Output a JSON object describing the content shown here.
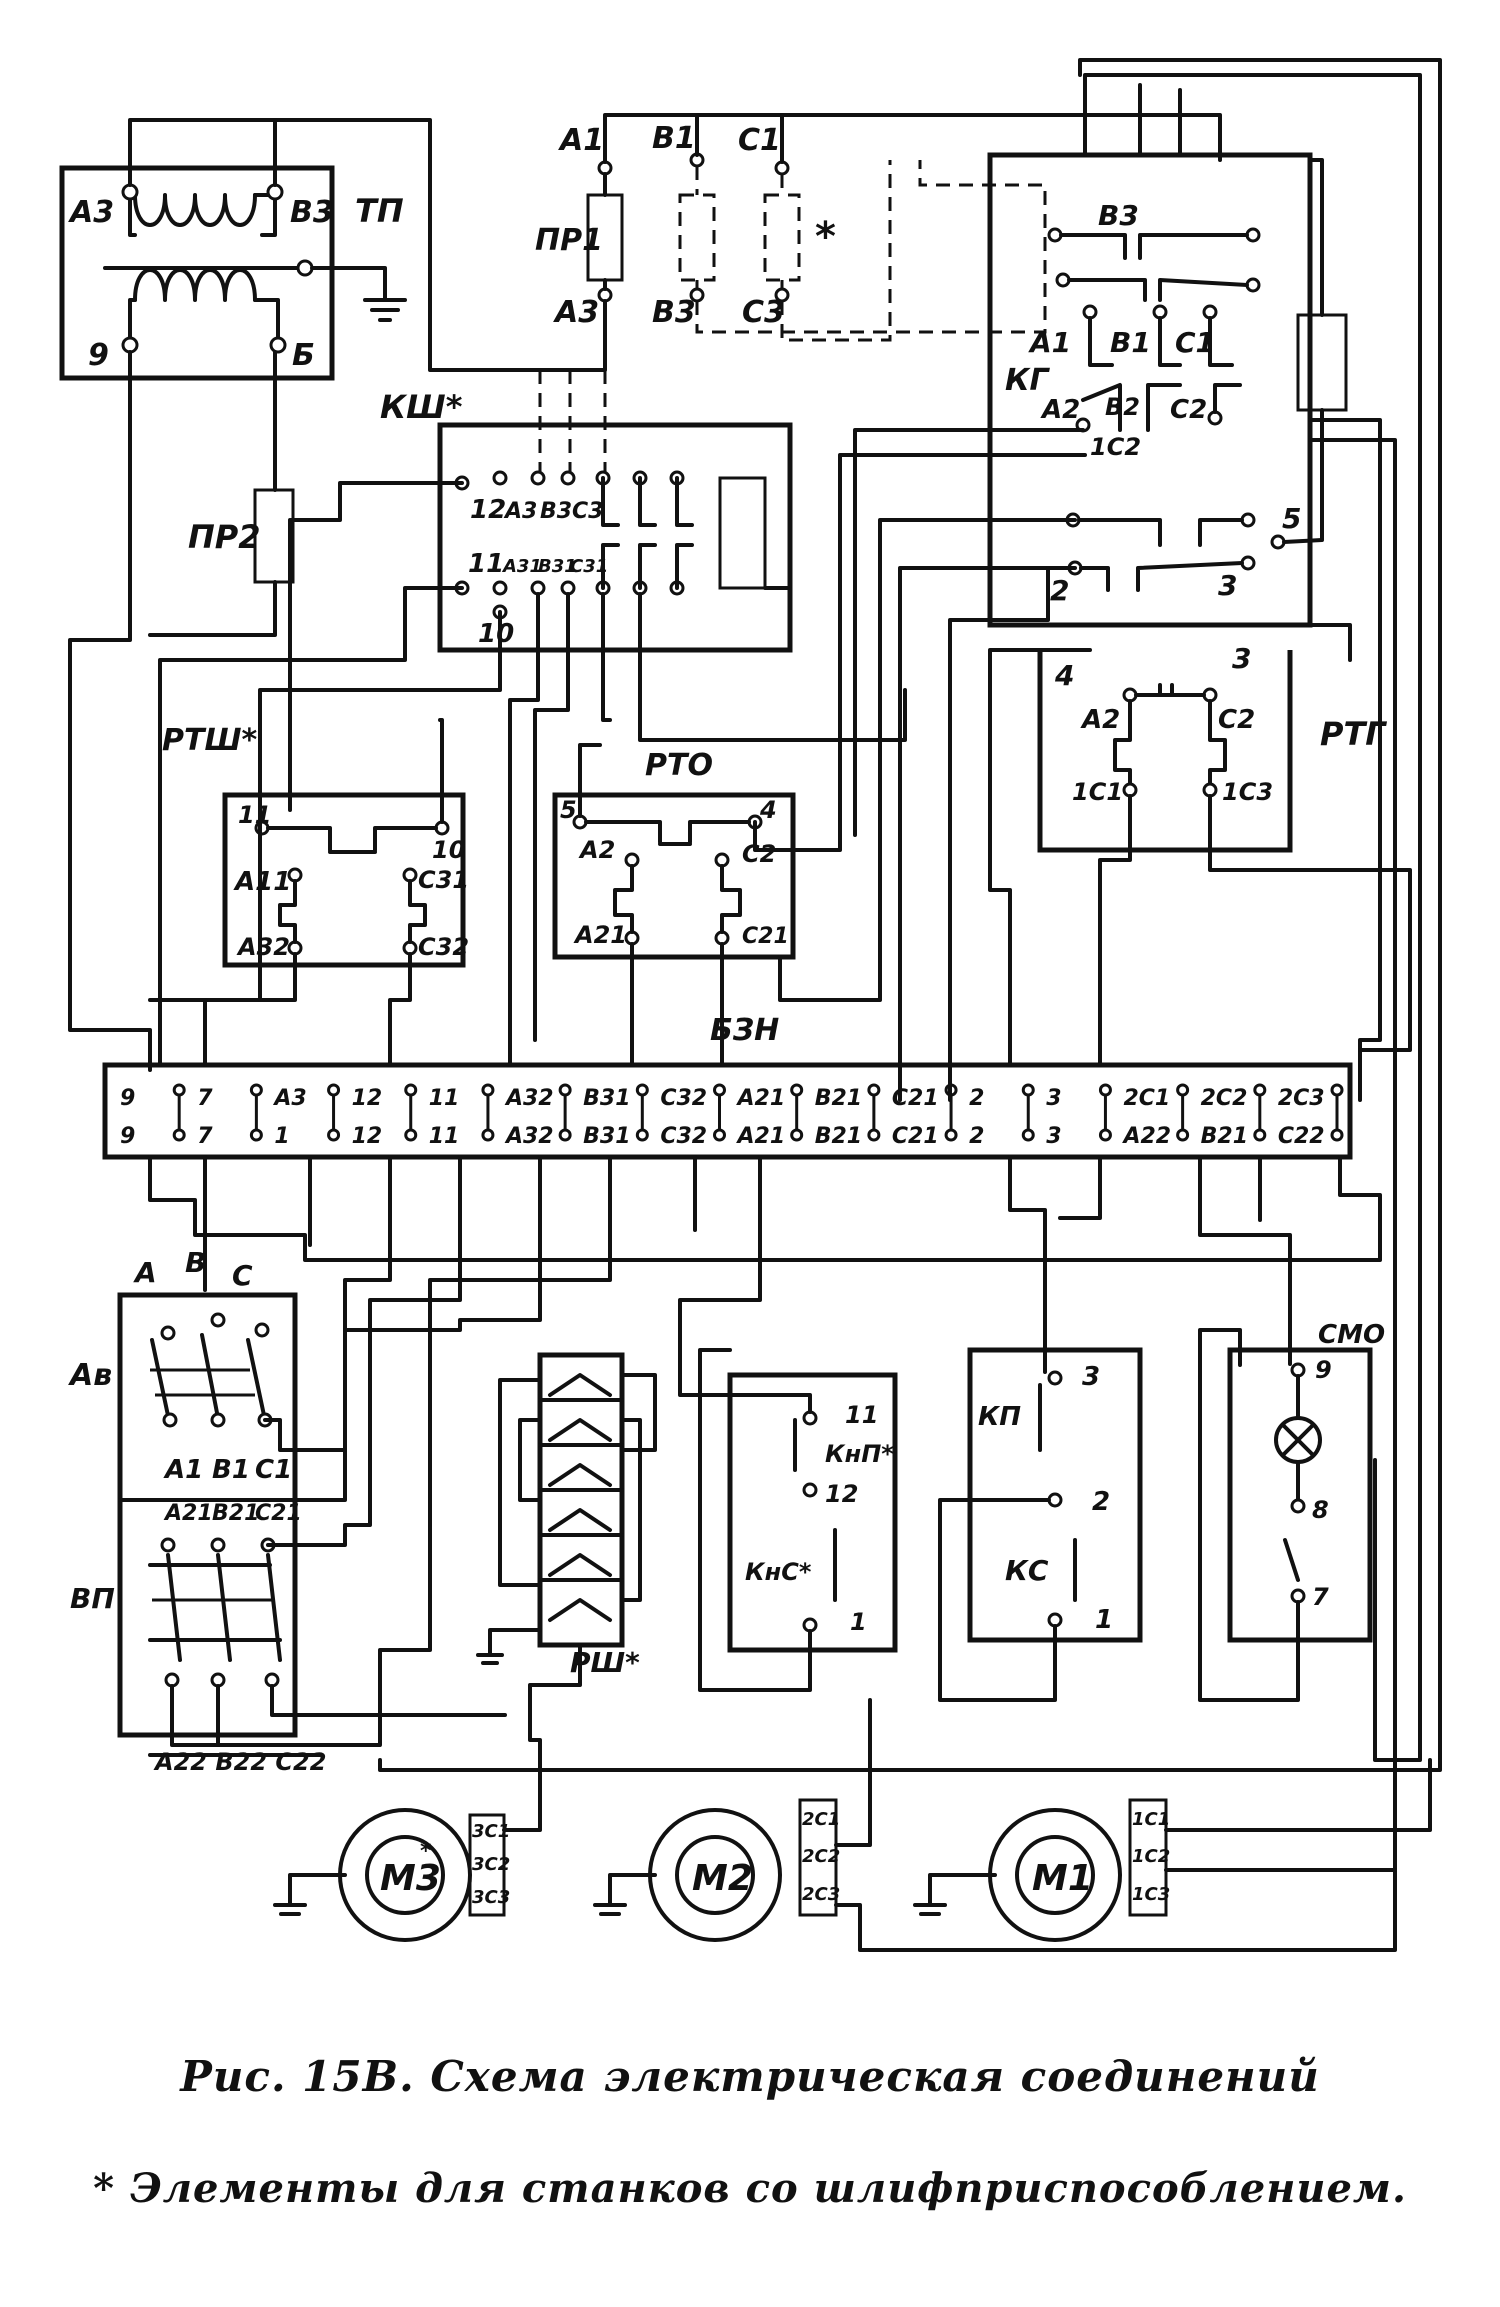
{
  "tp": {
    "name": "ТП",
    "a3": "А3",
    "b3": "В3",
    "t9": "9",
    "tb": "Б"
  },
  "pr1": {
    "name": "ПР1",
    "a1": "А1",
    "b1": "В1",
    "c1": "С1",
    "a3": "А3",
    "b3": "В3",
    "c3": "С3",
    "star": "*"
  },
  "pr2": {
    "name": "ПР2"
  },
  "ksh": {
    "name": "КШ*",
    "top": [
      "12",
      "А3",
      "В3",
      "С3"
    ],
    "bot": [
      "11",
      "А31",
      "В31",
      "С31"
    ],
    "t10": "10"
  },
  "kg": {
    "name": "КГ",
    "b3": "В3",
    "a1": "А1",
    "b1": "В1",
    "c1": "С1",
    "a2": "А2",
    "b2": "В2",
    "c2": "С2",
    "s1c2": "1С2",
    "t5": "5",
    "t2": "2",
    "t3": "3"
  },
  "rtg": {
    "name": "РТГ",
    "t4": "4",
    "t3": "3",
    "a2": "А2",
    "c2": "С2",
    "c1": "1С1",
    "c3": "1С3"
  },
  "rtsh": {
    "name": "РТШ*",
    "t11": "11",
    "t10": "10",
    "a11": "А11",
    "c31": "С31",
    "a32": "А32",
    "c32": "С32"
  },
  "rto": {
    "name": "РТО",
    "t5": "5",
    "t4": "4",
    "a2": "А2",
    "c2": "С2",
    "a21": "А21",
    "c21": "С21"
  },
  "bzn": {
    "name": "БЗН",
    "top": [
      "9",
      "7",
      "А3",
      "12",
      "11",
      "А32",
      "В31",
      "С32",
      "А21",
      "В21",
      "С21",
      "2",
      "3",
      "2С1",
      "2С2",
      "2С3"
    ],
    "bot": [
      "9",
      "7",
      "1",
      "12",
      "11",
      "А32",
      "В31",
      "С32",
      "А21",
      "В21",
      "С21",
      "2",
      "3",
      "А22",
      "В21",
      "С22"
    ]
  },
  "av": {
    "name": "Ав",
    "a": "А",
    "b": "В",
    "c": "С",
    "a1": "А1",
    "b1": "В1",
    "c1": "С1"
  },
  "vp": {
    "name": "ВП",
    "a21": "А21",
    "b21": "В21",
    "c21": "С21",
    "bottom": "А22 В22 С22"
  },
  "rsh": {
    "name": "РШ*"
  },
  "knp": {
    "t11": "11",
    "name": "КнП*",
    "t12": "12",
    "kns": "КнС*",
    "t1": "1"
  },
  "kp": {
    "t3": "3",
    "name": "КП",
    "t2": "2",
    "ks": "КС",
    "t1": "1"
  },
  "smo": {
    "name": "СМО",
    "t9": "9",
    "t8": "8",
    "t7": "7"
  },
  "motors": [
    {
      "name": "М3",
      "star": "*",
      "t": [
        "3С1",
        "3С2",
        "3С3"
      ]
    },
    {
      "name": "М2",
      "star": "",
      "t": [
        "2С1",
        "2С2",
        "2С3"
      ]
    },
    {
      "name": "М1",
      "star": "",
      "t": [
        "1С1",
        "1С2",
        "1С3"
      ]
    }
  ],
  "caption": {
    "title": "Рис. 15В. Схема электрическая соединений",
    "note": "* Элементы для станков со шлифприспособлением."
  }
}
